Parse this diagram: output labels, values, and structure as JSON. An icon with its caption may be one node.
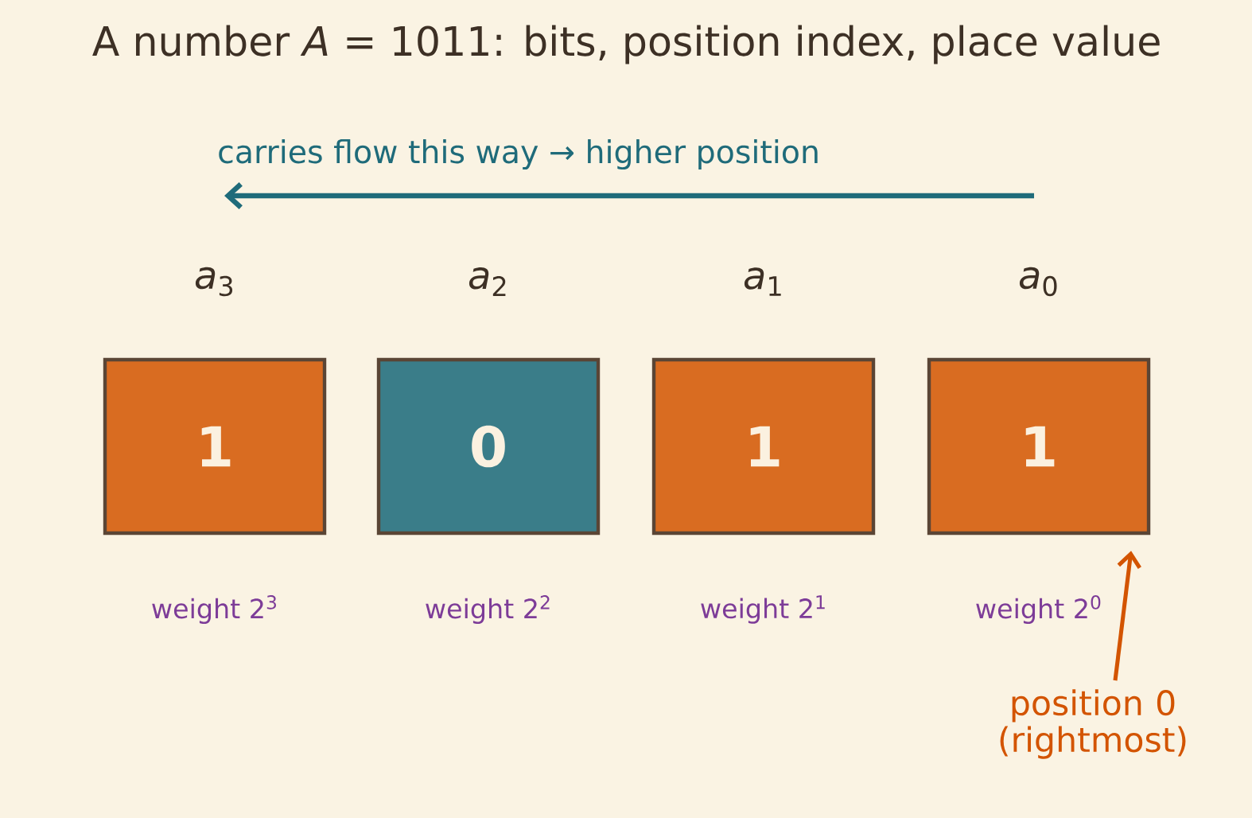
{
  "diagram": {
    "title": "A number *A* = 1011: bits, position index, place value",
    "nodes": [
      {
        "text": [
          "1"
        ],
        "beside": [
          "*a*$_{3}$",
          "weight 2$^{3}$"
        ]
      },
      {
        "text": [
          "0"
        ],
        "beside": [
          "*a*$_{2}$",
          "weight 2$^{2}$"
        ]
      },
      {
        "text": [
          "1"
        ],
        "beside": [
          "*a*$_{1}$",
          "weight 2$^{1}$"
        ]
      },
      {
        "text": [
          "1"
        ],
        "beside": [
          "*a*$_{0}$",
          "weight 2$^{0}$"
        ]
      },
      {
        "text": [
          "position 0 (rightmost)"
        ]
      }
    ],
    "edges": [
      {
        "from": 4,
        "to": 3,
        "arrow": "to"
      }
    ],
    "labels": [
      "carries flow this way → higher position"
    ]
  }
}
